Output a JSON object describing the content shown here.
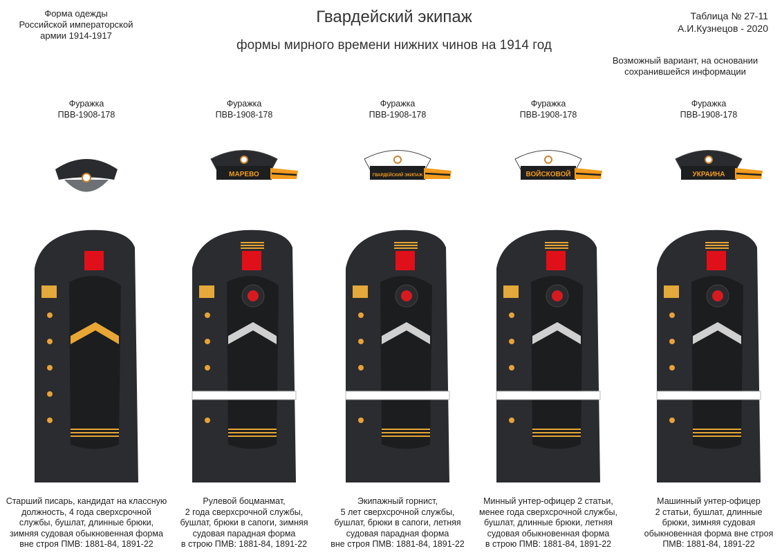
{
  "header": {
    "left_lines": [
      "Форма одежды",
      "Российской императорской",
      "армии  1914-1917"
    ],
    "title": "Гвардейский экипаж",
    "subtitle": "формы мирного времени нижних чинов  на 1914 год",
    "table_number": "Таблица № 27-11",
    "author": "А.И.Кузнецов - 2020",
    "variant_note_lines": [
      "Возможный вариант, на основании",
      "сохранившейся информации"
    ]
  },
  "figures": [
    {
      "cap_lines": [
        "Фуражка",
        "ПВВ-1908-178"
      ],
      "cap_type": "visor",
      "ribbon_text": "",
      "cap_color": "#2a2b2e",
      "caption_lines": [
        "Старший писарь, кандидат на классную",
        "должность, 4 года сверхсрочной",
        "службы, бушлат, длинные брюки,",
        "зимняя судовая обыкновенная форма",
        "вне строя ПМВ: 1881-84, 1891-22"
      ],
      "sleeve_badge": "none",
      "chevron_color": "#e8a735"
    },
    {
      "cap_lines": [
        "Фуражка",
        "ПВВ-1908-178"
      ],
      "cap_type": "sailor",
      "ribbon_text": "МАРЕВО",
      "cap_color": "#2a2b2e",
      "caption_lines": [
        "Рулевой боцманмат,",
        "2 года сверхсрочной службы,",
        "бушлат, брюки в сапоги, зимняя",
        "судовая парадная форма",
        "в строю ПМВ: 1881-84, 1891-22"
      ],
      "sleeve_badge": "wheel",
      "chevron_color": "#d0d0d0"
    },
    {
      "cap_lines": [
        "Фуражка",
        "ПВВ-1908-178"
      ],
      "cap_type": "sailor",
      "ribbon_text": "ГВАРДЕЙСКИЙ ЭКИПАЖ",
      "cap_color": "#ffffff",
      "caption_lines": [
        "Экипажный горнист,",
        "5 лет сверхсрочной службы,",
        "бушлат, брюки в сапоги, летняя",
        "судовая парадная форма",
        "вне строя ПМВ: 1881-84, 1891-22"
      ],
      "sleeve_badge": "anchor",
      "chevron_color": "#d0d0d0"
    },
    {
      "cap_lines": [
        "Фуражка",
        "ПВВ-1908-178"
      ],
      "cap_type": "sailor",
      "ribbon_text": "ВОЙСКОВОЙ",
      "cap_color": "#ffffff",
      "caption_lines": [
        "Минный унтер-офицер 2 статьи,",
        "менее года сверхсрочной службы,",
        "бушлат, длинные брюки, летняя",
        "судовая обыкновенная форма",
        "в строю ПМВ: 1881-84, 1891-22"
      ],
      "sleeve_badge": "torpedo",
      "chevron_color": "#d0d0d0"
    },
    {
      "cap_lines": [
        "Фуражка",
        "ПВВ-1908-178"
      ],
      "cap_type": "sailor",
      "ribbon_text": "УКРАИНА",
      "cap_color": "#2a2b2e",
      "caption_lines": [
        "Машинный унтер-офицер",
        "2 статьи, бушлат, длинные",
        "брюки,  зимняя судовая",
        "обыкновенная форма вне строя",
        "ПМВ: 1881-84, 1891-22"
      ],
      "sleeve_badge": "propeller",
      "chevron_color": "#d0d0d0"
    }
  ]
}
